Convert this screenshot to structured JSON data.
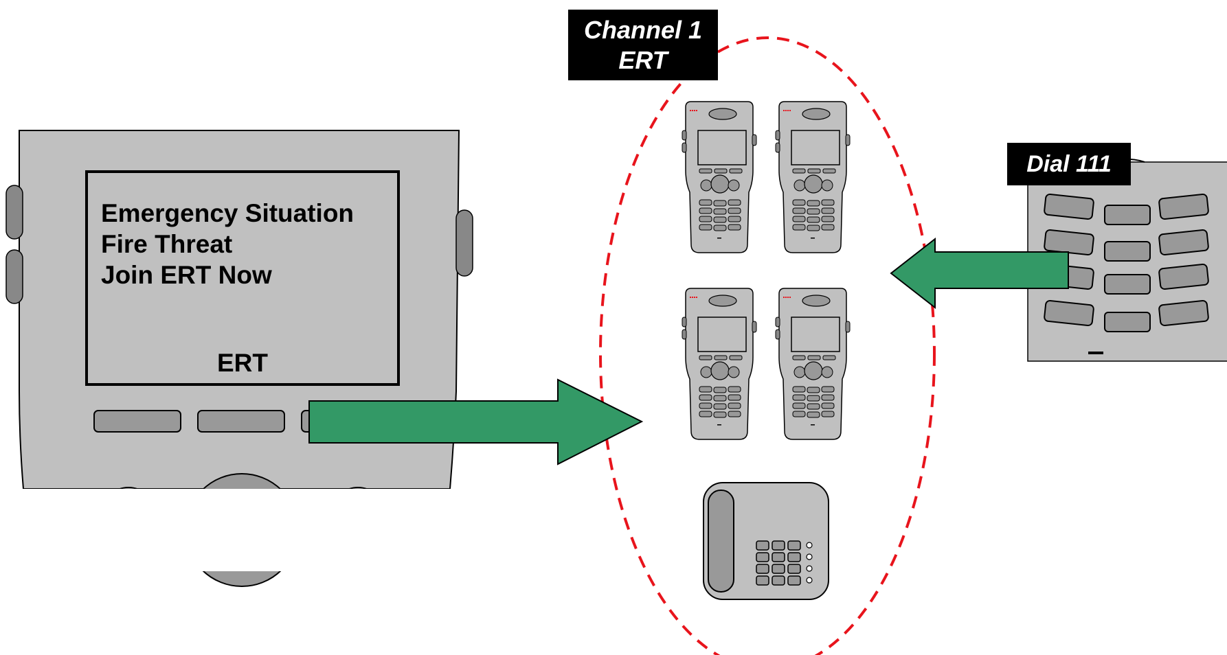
{
  "large_handset": {
    "screen_lines": [
      "Emergency Situation",
      "Fire Threat",
      "Join ERT Now"
    ],
    "softkey_label": "ERT"
  },
  "group_label": {
    "line1": "Channel 1",
    "line2": "ERT"
  },
  "dial_label": "Dial 111",
  "colors": {
    "arrow": "#339966",
    "ellipse": "#e8141c",
    "device_fill": "#c0c0c0",
    "key_fill": "#999999"
  },
  "icons": [
    "wireless-handset-icon",
    "desk-phone-icon",
    "keypad-icon",
    "arrow-right-icon",
    "arrow-left-icon"
  ]
}
